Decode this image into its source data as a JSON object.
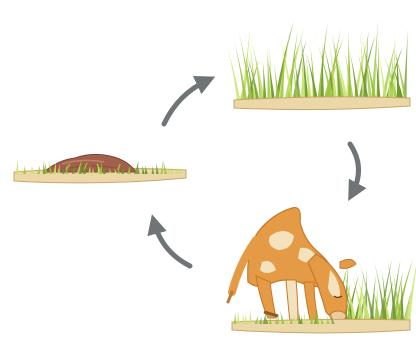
{
  "diagram": {
    "type": "cycle",
    "stages": [
      {
        "id": "dung-on-soil",
        "depicts": "dung-icon"
      },
      {
        "id": "grass-growing",
        "depicts": "grass-icon"
      },
      {
        "id": "cow-grazing",
        "depicts": "cow-icon"
      }
    ],
    "arrows": [
      {
        "from": "dung-on-soil",
        "to": "grass-growing"
      },
      {
        "from": "grass-growing",
        "to": "cow-grazing"
      },
      {
        "from": "cow-grazing",
        "to": "dung-on-soil"
      }
    ],
    "colors": {
      "arrow": "#6f7476",
      "soil": "#ecd7a8",
      "soil_edge": "#c9a66b",
      "grass_light": "#c9e36a",
      "grass_mid": "#9cc43e",
      "grass_dark": "#6d9a2c",
      "dung": "#a0604a",
      "cow_orange": "#e59b45",
      "cow_cream": "#f4e2bf"
    }
  }
}
